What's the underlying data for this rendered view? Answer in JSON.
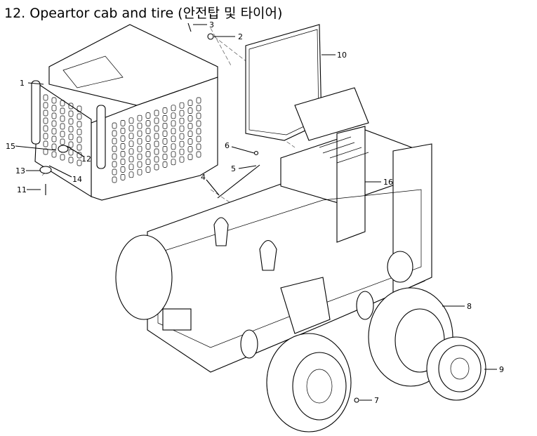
{
  "title": "12. Opeartor cab and tire (안전탑 및 타이어)",
  "callouts": [
    "1",
    "2",
    "3",
    "4",
    "5",
    "6",
    "7",
    "8",
    "9",
    "10",
    "11",
    "12",
    "13",
    "14",
    "15",
    "16"
  ]
}
